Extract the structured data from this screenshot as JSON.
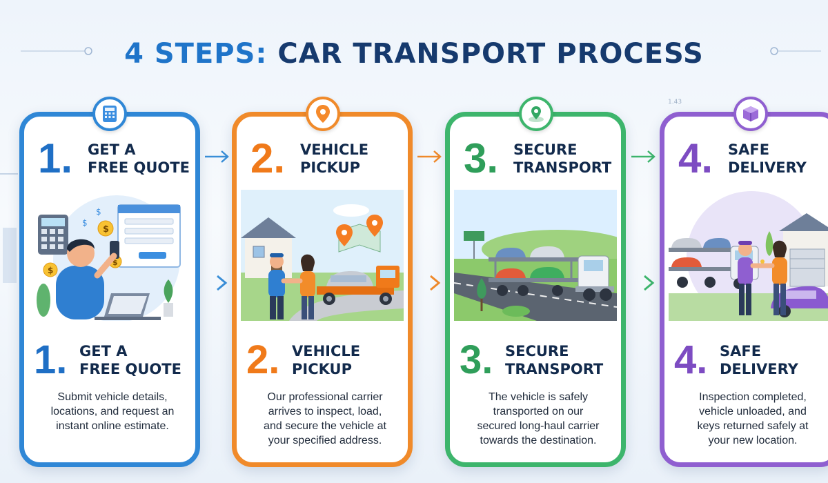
{
  "title": {
    "accent": "4 STEPS:",
    "main": "CAR TRANSPORT PROCESS"
  },
  "colors": {
    "step1": "#2f87d6",
    "step2": "#f08a2a",
    "step3": "#3db56c",
    "step4": "#8f5fd0",
    "title": "#163a6e"
  },
  "steps": [
    {
      "number": "1.",
      "title_line1": "GET A",
      "title_line2": "FREE QUOTE",
      "icon": "calculator-icon",
      "description_lines": [
        "Submit vehicle details,",
        "locations, and request an",
        "instant online estimate."
      ]
    },
    {
      "number": "2.",
      "title_line1": "VEHICLE",
      "title_line2": "PICKUP",
      "icon": "location-pin-icon",
      "description_lines": [
        "Our professional carrier",
        "arrives to inspect, load,",
        "and secure the vehicle at",
        "your specified address."
      ]
    },
    {
      "number": "3.",
      "title_line1": "SECURE",
      "title_line2": "TRANSPORT",
      "icon": "map-pin-icon",
      "description_lines": [
        "The vehicle is safely",
        "transported on our",
        "secured long-haul carrier",
        "towards the destination."
      ]
    },
    {
      "number": "4.",
      "title_line1": "SAFE",
      "title_line2": "DELIVERY",
      "icon": "package-box-icon",
      "description_lines": [
        "Inspection completed,",
        "vehicle unloaded, and",
        "keys returned safely at",
        "your new location."
      ]
    }
  ],
  "decor": {
    "tiny_label": "1.43"
  }
}
